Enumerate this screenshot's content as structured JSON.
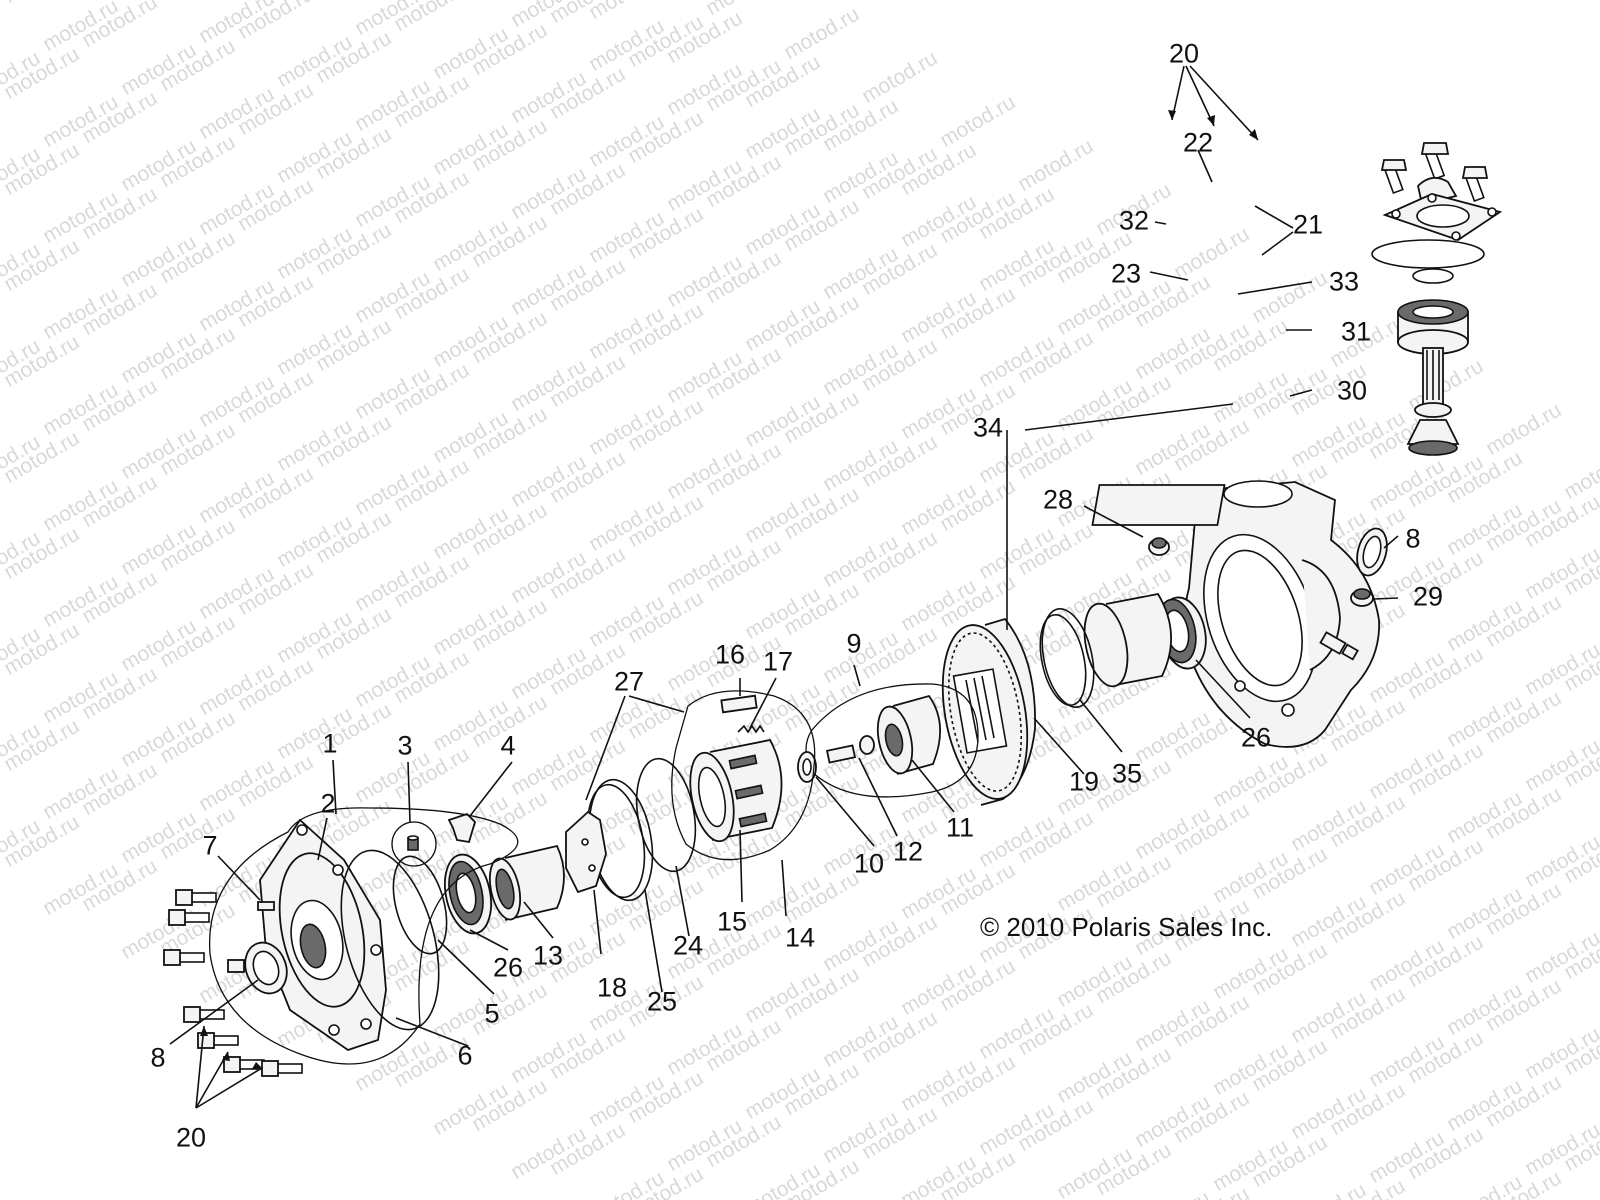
{
  "watermark": {
    "text": "motod.ru"
  },
  "copyright": "© 2010 Polaris Sales Inc.",
  "parts": [
    {
      "id": "p1",
      "label": "1"
    },
    {
      "id": "p2",
      "label": "2"
    },
    {
      "id": "p3",
      "label": "3"
    },
    {
      "id": "p4",
      "label": "4"
    },
    {
      "id": "p5",
      "label": "5"
    },
    {
      "id": "p6",
      "label": "6"
    },
    {
      "id": "p7",
      "label": "7"
    },
    {
      "id": "p8a",
      "label": "8"
    },
    {
      "id": "p8b",
      "label": "8"
    },
    {
      "id": "p9",
      "label": "9"
    },
    {
      "id": "p10",
      "label": "10"
    },
    {
      "id": "p11",
      "label": "11"
    },
    {
      "id": "p12",
      "label": "12"
    },
    {
      "id": "p13",
      "label": "13"
    },
    {
      "id": "p14",
      "label": "14"
    },
    {
      "id": "p15",
      "label": "15"
    },
    {
      "id": "p16",
      "label": "16"
    },
    {
      "id": "p17",
      "label": "17"
    },
    {
      "id": "p18",
      "label": "18"
    },
    {
      "id": "p19",
      "label": "19"
    },
    {
      "id": "p20a",
      "label": "20"
    },
    {
      "id": "p20b",
      "label": "20"
    },
    {
      "id": "p21",
      "label": "21"
    },
    {
      "id": "p22",
      "label": "22"
    },
    {
      "id": "p23",
      "label": "23"
    },
    {
      "id": "p24",
      "label": "24"
    },
    {
      "id": "p25",
      "label": "25"
    },
    {
      "id": "p26a",
      "label": "26"
    },
    {
      "id": "p26b",
      "label": "26"
    },
    {
      "id": "p27",
      "label": "27"
    },
    {
      "id": "p28",
      "label": "28"
    },
    {
      "id": "p29",
      "label": "29"
    },
    {
      "id": "p30",
      "label": "30"
    },
    {
      "id": "p31",
      "label": "31"
    },
    {
      "id": "p32",
      "label": "32"
    },
    {
      "id": "p33",
      "label": "33"
    },
    {
      "id": "p34",
      "label": "34"
    },
    {
      "id": "p35",
      "label": "35"
    }
  ]
}
